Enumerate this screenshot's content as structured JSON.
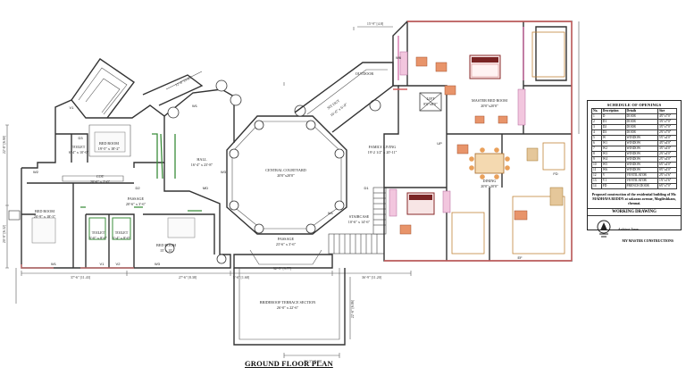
{
  "title": "GROUND FLOOR PLAN",
  "rooms": {
    "bed1": {
      "name": "BED ROOM",
      "size": "19'-5\" x 18'-2\""
    },
    "bed2": {
      "name": "BED ROOM",
      "size": "20'-9\" x 18'-3\""
    },
    "bed3": {
      "name": "BED ROOM",
      "size": "15' x 15'"
    },
    "hall": {
      "name": "HALL",
      "size": "16'-4\" x 23'-8\""
    },
    "courtyard": {
      "name": "CENTRAL COURTYARD",
      "size": "20'0\"x20'0\""
    },
    "family": {
      "name": "FAMILY LIVING",
      "size": "19'-2 1/2\" x 20'-11\""
    },
    "master": {
      "name": "MASTER BED ROOM",
      "size": "20'0\"x20'0\""
    },
    "dining": {
      "name": "DINING",
      "size": "20'0\"x20'0\""
    },
    "passage1": {
      "name": "PASSAGE",
      "size": "20'-6\" x 3'-6\""
    },
    "passage2": {
      "name": "PASSAGE",
      "size": "23'-6\" x 3'-6\""
    },
    "staircase": {
      "name": "STAIRCASE",
      "size": "10'-6\" x 14'-6\""
    },
    "terrace": {
      "name": "BRIDEROOF TERRACE SECTION",
      "size": "26'-0\" x 22'-6\""
    },
    "lift": {
      "name": "LIFT",
      "size": "8'0\"x8'0\""
    },
    "toilet1": {
      "name": "TOILET",
      "size": "6'-4\" x 10'-0\""
    },
    "toilet2": {
      "name": "TOILET",
      "size": "5'-0\" x 8'-6\""
    },
    "toilet3": {
      "name": "TOILET",
      "size": "5'-4\" x 8'-0\""
    },
    "cot": {
      "name": "COT",
      "size": "20'-6\" x 2'-0\""
    },
    "outdoor": {
      "name": "OUTDOOR"
    },
    "sitout": {
      "name": "SIT OUT",
      "size": "16'-6\" x 6'-0\""
    }
  },
  "tags": {
    "d1": "D1",
    "d2": "D2",
    "d3": "D3",
    "w1": "W1",
    "w2": "W2",
    "w3": "W3",
    "v1": "V1",
    "v2": "V2",
    "v3": "V3",
    "w6": "W6",
    "md": "MD",
    "fd": "FD",
    "up": "UP",
    "ef": "EF"
  },
  "dims": {
    "d_bottom_left": "37'-6\" [11.43]",
    "d_bottom_mid": "27'-6\" [8.38]",
    "d_pass": "32'-5\" [9.77]",
    "d_small": "5'-6\" [1.68]",
    "d_right": "36'-9\" [11.20]",
    "d_terrace": "26'-3\" [8.00]",
    "d_left1": "22'-8\" [6.90]",
    "d_left2": "20'-9\" [6.32]",
    "d_hall_top": "12'-8\" [3.86]",
    "d_outdoor_top": "15'-9\" [4.8]",
    "d_terr_side": "22'-6\" [6.86]"
  },
  "schedule": {
    "title": "SCHEDULE OF OPENINGS",
    "headers": [
      "No.",
      "Description",
      "Details",
      "Size"
    ],
    "rows": [
      [
        "1",
        "D",
        "DOOR",
        "4'0\"x7'0\""
      ],
      [
        "2",
        "D1",
        "DOOR",
        "3'6\"x7'0\""
      ],
      [
        "3",
        "D2",
        "DOOR",
        "3'0\"x7'0\""
      ],
      [
        "4",
        "D3",
        "DOOR",
        "2'6\"x7'0\""
      ],
      [
        "5",
        "W",
        "WINDOW",
        "5'0\"x4'0\""
      ],
      [
        "6",
        "W1",
        "WINDOW",
        "4'0\"x4'0\""
      ],
      [
        "7",
        "W2",
        "WINDOW",
        "3'0\"x4'0\""
      ],
      [
        "8",
        "W3",
        "WINDOW",
        "2'6\"x4'0\""
      ],
      [
        "9",
        "W4",
        "WINDOW",
        "2'0\"x4'0\""
      ],
      [
        "10",
        "W5",
        "WINDOW",
        "6'0\"x4'0\""
      ],
      [
        "11",
        "W6",
        "WINDOW",
        "8'0\"x4'0\""
      ],
      [
        "12",
        "V",
        "VENTILATOR",
        "2'0\"x1'6\""
      ],
      [
        "13",
        "V1",
        "VENTILATOR",
        "1'6\"x1'6\""
      ],
      [
        "14",
        "FD",
        "FRENCH DOOR",
        "6'0\"x7'0\""
      ]
    ],
    "project": "Proposed construction of the residential building of Mr. MADHAVA REDDY at sakaran avenue, Mogileshkam, chennai.",
    "working": "WORKING DRAWING",
    "architect": "Architect Tarun",
    "company": "MY MASTER CONSTRUCTIONS"
  }
}
